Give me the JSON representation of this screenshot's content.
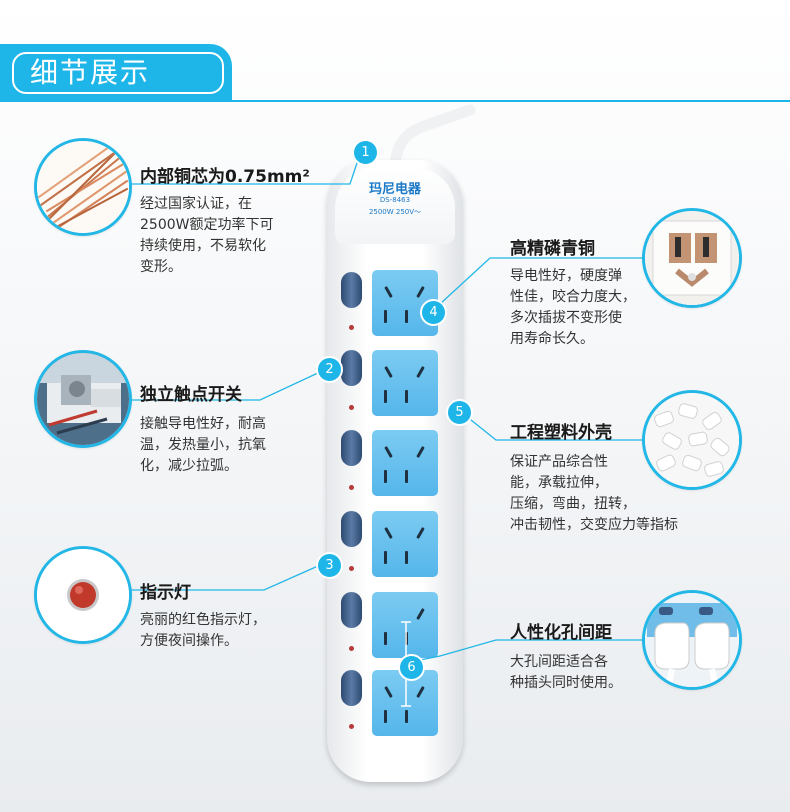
{
  "header": {
    "title": "细节展示"
  },
  "strip": {
    "brand": "玛尼电器",
    "model": "DS-8463",
    "rating": "2500W 250V～"
  },
  "features": [
    {
      "badge": "1",
      "title": "内部铜芯为0.75mm²",
      "desc": "经过国家认证，在\n2500W额定功率下可\n持续使用，不易软化\n变形。"
    },
    {
      "badge": "2",
      "title": "独立触点开关",
      "desc": "接触导电性好，耐高\n温，发热量小，抗氧\n化，减少拉弧。"
    },
    {
      "badge": "3",
      "title": "指示灯",
      "desc": "亮丽的红色指示灯，\n方便夜间操作。"
    },
    {
      "badge": "4",
      "title": "高精磷青铜",
      "desc": "导电性好，硬度弹\n性佳，咬合力度大，\n多次插拔不变形使\n用寿命长久。"
    },
    {
      "badge": "5",
      "title": "工程塑料外壳",
      "desc": "保证产品综合性\n能，承载拉伸，\n压缩，弯曲，扭转，\n冲击韧性，交变应力等指标"
    },
    {
      "badge": "6",
      "title": "人性化孔间距",
      "desc": "大孔间距适合各\n种插头同时使用。"
    }
  ],
  "icons": {
    "copper": "copper-wire-icon",
    "contact": "switch-contact-icon",
    "led": "red-indicator-icon",
    "bronze": "phosphor-bronze-icon",
    "plastic": "plastic-pellets-icon",
    "spacing": "plug-spacing-icon"
  },
  "colors": {
    "accent": "#1eb6e8",
    "socket": "#5ab8ea",
    "switch": "#3a5a86",
    "led": "#c0392b"
  }
}
